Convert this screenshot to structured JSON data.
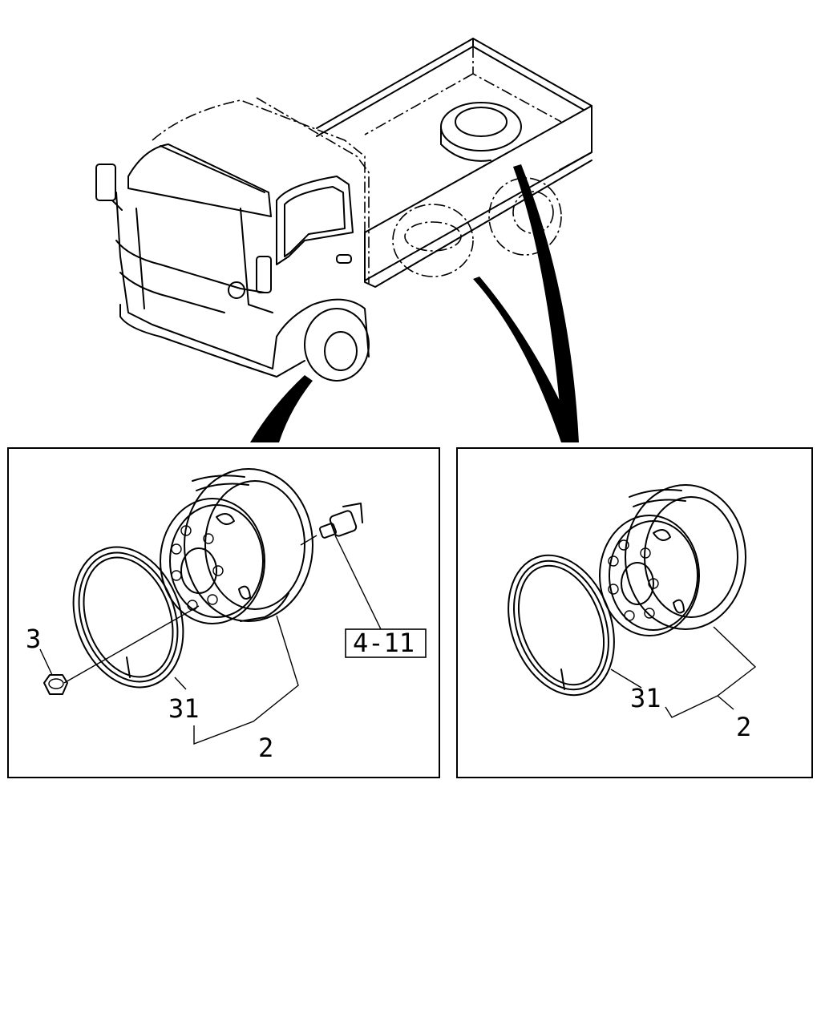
{
  "left_panel": {
    "labels": {
      "nut": "3",
      "ring": "31",
      "wheel_assy": "2",
      "ref_box": "4-11"
    }
  },
  "right_panel": {
    "labels": {
      "ring": "31",
      "wheel_assy": "2"
    }
  }
}
